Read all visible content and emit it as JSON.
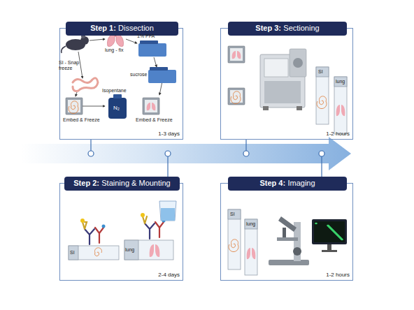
{
  "diagram": {
    "nodes": [
      {
        "text": [
          "1-3 days"
        ]
      },
      {
        "text": [
          "Step 1:",
          "Dissection"
        ],
        "in": 0
      },
      {
        "text": [
          "1-2 hours"
        ]
      },
      {
        "text": [
          "Step 3:",
          "Sectioning"
        ],
        "in": 2
      },
      {
        "text": [
          "2-4 days"
        ]
      },
      {
        "text": [
          "Step 2:",
          "Staining & Mounting"
        ],
        "in": 4
      },
      {
        "text": [
          "1-2 hours"
        ]
      },
      {
        "text": [
          "Step 4:",
          "Imaging"
        ],
        "in": 6
      }
    ],
    "edges": [],
    "labels": [
      "lung - fix",
      "1% PFA",
      "sucrose",
      "SI - Snap freeze",
      "Isopentane",
      "N₂",
      "Embed & Freeze",
      "Embed & Freeze",
      "SI",
      "lung",
      "SI",
      "lung",
      "SI",
      "lung"
    ]
  }
}
